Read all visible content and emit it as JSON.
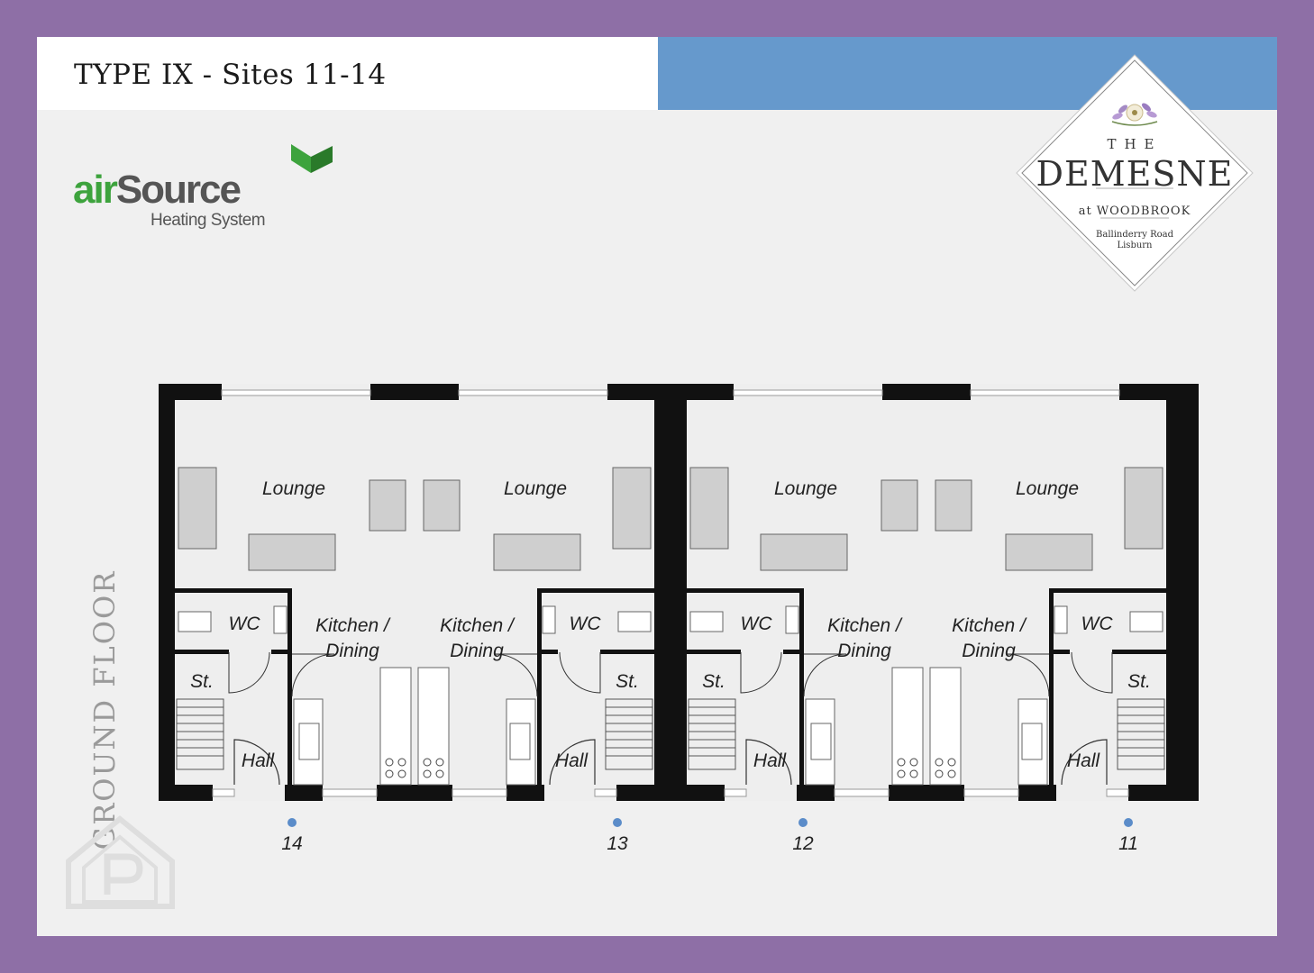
{
  "header": {
    "title": "TYPE IX - Sites 11-14"
  },
  "logo": {
    "air": "air",
    "source": "Source",
    "subtitle": "Heating System"
  },
  "brand": {
    "the": "THE",
    "name": "DEMESNE",
    "at": "at WOODBROOK",
    "road": "Ballinderry Road",
    "town": "Lisburn"
  },
  "floor_label": "GROUND FLOOR",
  "rooms": {
    "lounge": "Lounge",
    "wc": "WC",
    "kitchen": "Kitchen /",
    "dining": "Dining",
    "store": "St.",
    "hall": "Hall"
  },
  "sites": [
    "14",
    "13",
    "12",
    "11"
  ],
  "colors": {
    "background": "#8e6fa6",
    "header_blue": "#6699cc",
    "wall": "#111111",
    "marker": "#5b8cc9",
    "logo_green": "#3da33d"
  }
}
